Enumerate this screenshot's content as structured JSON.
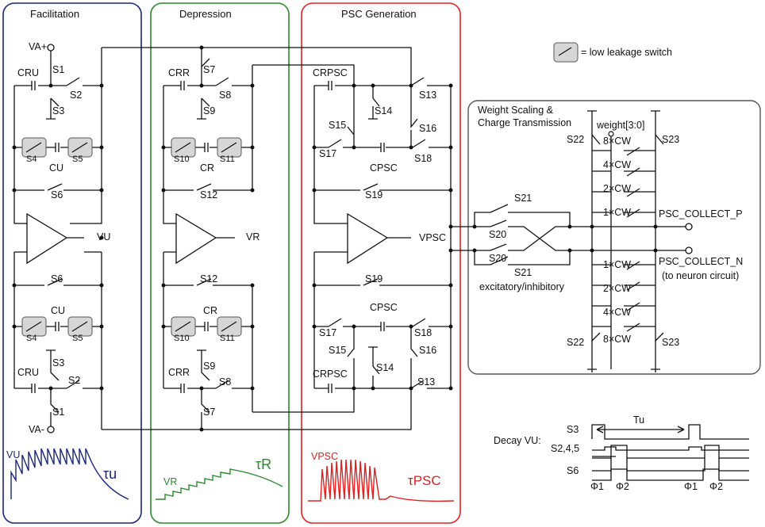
{
  "blocks": {
    "facilitation": {
      "title": "Facilitation",
      "color": "#1a2580"
    },
    "depression": {
      "title": "Depression",
      "color": "#2a8a2a"
    },
    "psc": {
      "title": "PSC Generation",
      "color": "#e02020"
    },
    "weight": {
      "title_line1": "Weight Scaling &",
      "title_line2": "Charge Transmission"
    }
  },
  "legend": {
    "text": "= low leakage switch"
  },
  "labels": {
    "va_plus": "VA+",
    "va_minus": "VA-",
    "cru": "CRU",
    "crr": "CRR",
    "crpsc": "CRPSC",
    "cu": "CU",
    "cr": "CR",
    "cpsc": "CPSC",
    "s1": "S1",
    "s2": "S2",
    "s3": "S3",
    "s4": "S4",
    "s5": "S5",
    "s6": "S6",
    "s7": "S7",
    "s8": "S8",
    "s9": "S9",
    "s10": "S10",
    "s11": "S11",
    "s12": "S12",
    "s13": "S13",
    "s14": "S14",
    "s15": "S15",
    "s16": "S16",
    "s17": "S17",
    "s18": "S18",
    "s19": "S19",
    "s20": "S20",
    "s21": "S21",
    "s22": "S22",
    "s23": "S23",
    "vu": "VU",
    "vr": "VR",
    "vpsc": "VPSC",
    "weight_bits": "weight[3:0]",
    "cw8": "8×CW",
    "cw4": "4×CW",
    "cw2": "2×CW",
    "cw1": "1×CW",
    "psc_p": "PSC_COLLECT_P",
    "psc_n": "PSC_COLLECT_N",
    "to_neuron": "(to neuron circuit)",
    "exc_inh": "excitatory/inhibitory"
  },
  "waveforms": {
    "vu_label": "VU",
    "tau_u": "τu",
    "vr_label": "VR",
    "tau_r": "τR",
    "vpsc_label": "VPSC",
    "tau_psc": "τPSC"
  },
  "timing": {
    "title": "Decay VU:",
    "s3": "S3",
    "s245": "S2,4,5",
    "s6": "S6",
    "tu": "Tu",
    "phi1": "Φ1",
    "phi2": "Φ2"
  }
}
